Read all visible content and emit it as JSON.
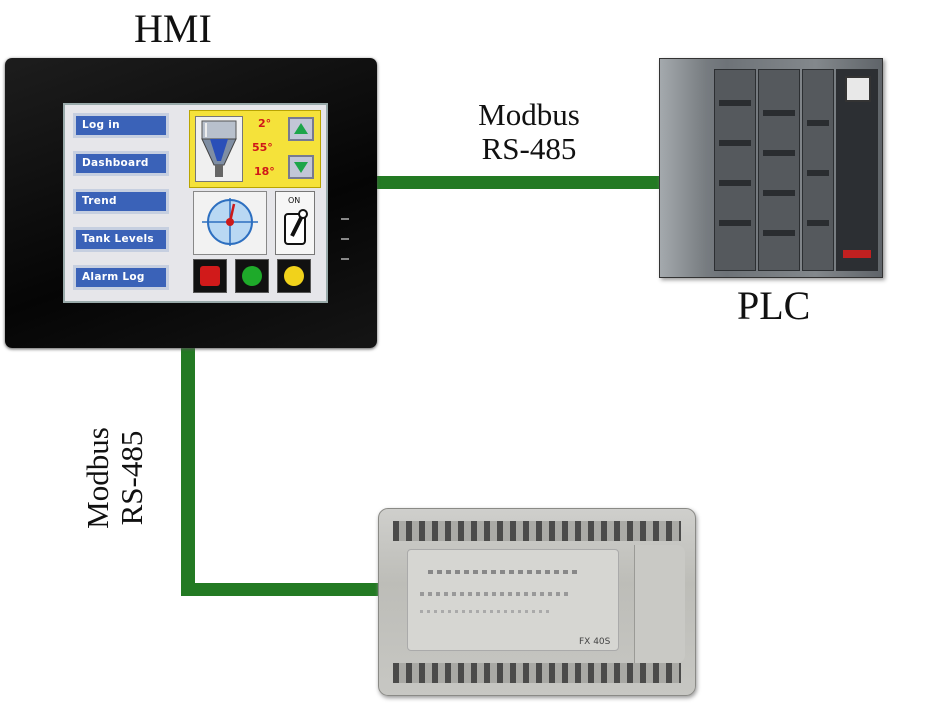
{
  "labels": {
    "hmi": "HMI",
    "plc": "PLC",
    "link_top": {
      "line1": "Modbus",
      "line2": "RS-485"
    },
    "link_left": {
      "line1": "Modbus",
      "line2": "RS-485"
    }
  },
  "hmi_screen": {
    "buttons": [
      "Log in",
      "Dashboard",
      "Trend",
      "Tank Levels",
      "Alarm Log"
    ],
    "temperatures": [
      "2°",
      "55°",
      "18°"
    ],
    "switch_label": "ON"
  },
  "small_plc": {
    "model": "FX 40S"
  },
  "colors": {
    "cable": "#237a23",
    "hmi_button": "#3a62b8",
    "tank_panel": "#f5e23a",
    "lamp_red": "#d11a1a",
    "lamp_green": "#1eaa2a",
    "lamp_yellow": "#f1d21b"
  },
  "icons": [
    "tank-icon",
    "arrow-up-icon",
    "arrow-down-icon",
    "gauge-icon",
    "toggle-switch-icon",
    "indicator-lamp-icon"
  ]
}
